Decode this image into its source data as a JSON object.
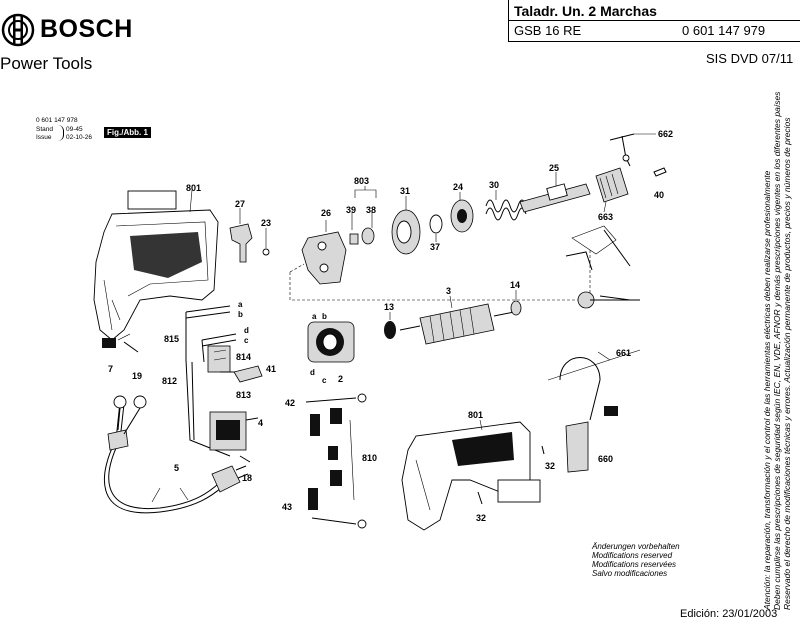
{
  "brand": {
    "name": "BOSCH",
    "subtitle": "Power Tools",
    "logo_icon": "bosch-armature-logo"
  },
  "header": {
    "title": "Taladr. Un. 2 Marchas",
    "model": "GSB 16 RE",
    "part_number": "0 601 147 979",
    "reference": "SIS DVD 07/11"
  },
  "doc_meta": {
    "number": "0 601 147 978",
    "stand_label": "Stand",
    "stand_value": "09-45",
    "issue_label": "Issue",
    "issue_value": "02-10-26",
    "fig_label": "Fig./Abb. 1"
  },
  "callouts": [
    "801",
    "27",
    "23",
    "26",
    "803",
    "39",
    "38",
    "31",
    "24",
    "30",
    "25",
    "662",
    "40",
    "663",
    "37",
    "13",
    "3",
    "14",
    "815",
    "814",
    "812",
    "813",
    "41",
    "7",
    "19",
    "4",
    "18",
    "5",
    "42",
    "810",
    "43",
    "2",
    "801",
    "32",
    "661",
    "660",
    "32"
  ],
  "wire_labels": [
    "a",
    "b",
    "d",
    "c",
    "a",
    "b",
    "c",
    "d"
  ],
  "notes": [
    "Änderungen vorbehalten",
    "Modifications reserved",
    "Modifications reservées",
    "Salvo modificaciones"
  ],
  "edition": "Edición: 23/01/2003",
  "side_note": [
    "Atención: la reparación, transformación y el control de las herramientas eléctricas deben realizarse profesionalmente",
    "Deben cumplirse las prescripciones de seguridad según IEC, EN, VDE, AFNOR y demás prescripciones vigentes en los diferentes países",
    "Reservado el derecho de modificaciones técnicas y errores. Actualización permanente de productos, precios y números de precios"
  ]
}
